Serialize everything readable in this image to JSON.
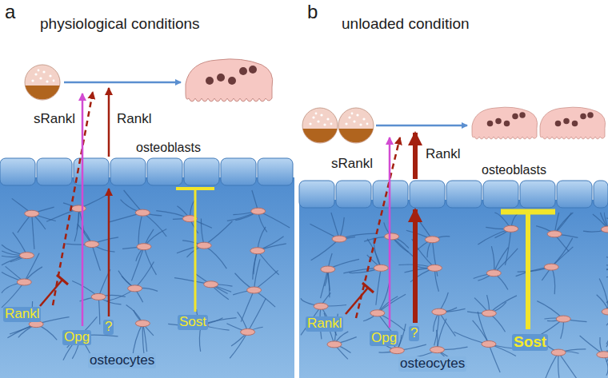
{
  "diagram": {
    "labels": [
      "a",
      "physiological conditions",
      "sRankl",
      "Rankl",
      "osteoblasts",
      "Rankl",
      "Opg",
      "?",
      "Sost",
      "osteocytes",
      "b",
      "unloaded condition",
      "sRankl",
      "Rankl",
      "osteoblasts",
      "Rankl",
      "Opg",
      "?",
      "Sost",
      "osteocytes"
    ]
  }
}
